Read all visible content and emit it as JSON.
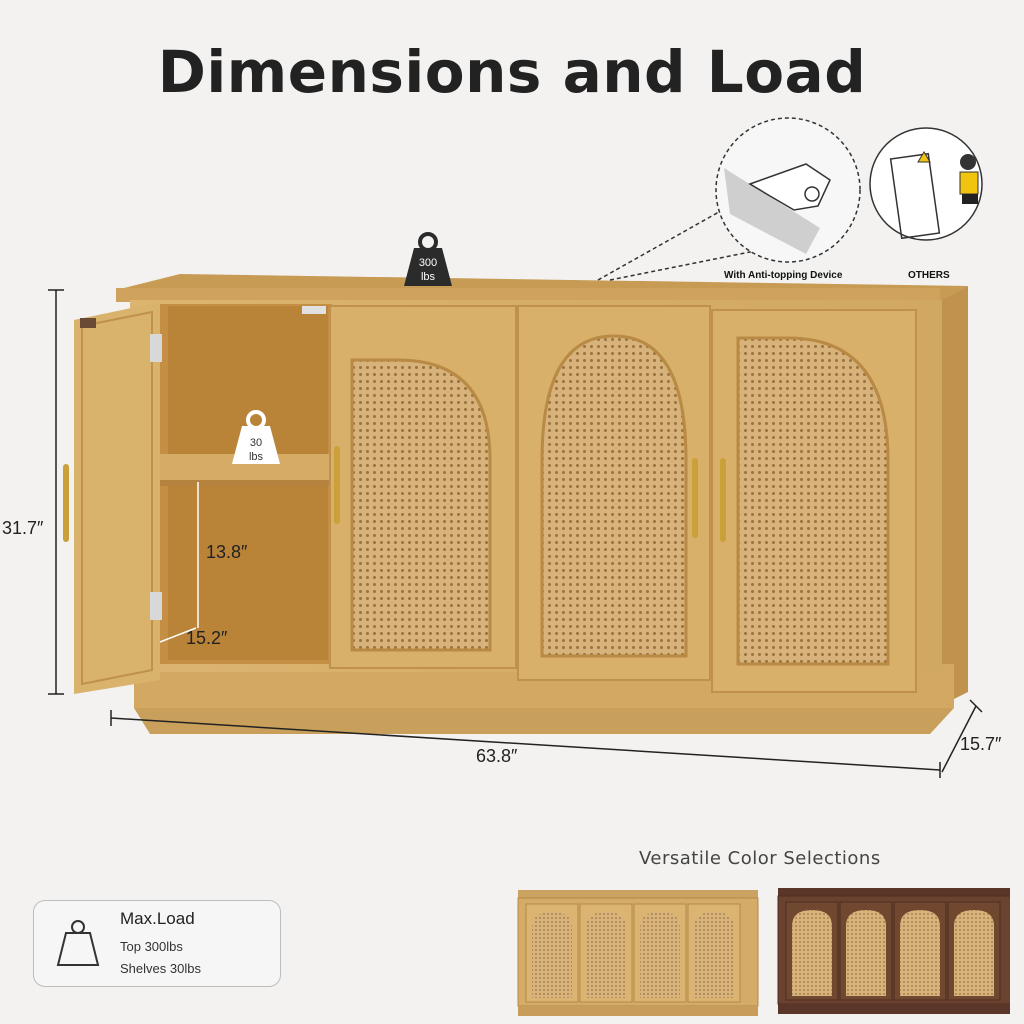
{
  "title": "Dimensions and Load",
  "weights": {
    "top": "300",
    "top_unit": "lbs",
    "shelf": "30",
    "shelf_unit": "lbs"
  },
  "dimensions": {
    "height": "31.7″",
    "width": "63.8″",
    "depth": "15.7″",
    "shelf_height": "13.8″",
    "shelf_depth": "15.2″"
  },
  "insets": {
    "anti_tip": "With Anti-topping Device",
    "others": "OTHERS"
  },
  "max_load": {
    "title": "Max.Load",
    "top": "Top 300lbs",
    "shelves": "Shelves 30lbs",
    "icon": "weight-icon"
  },
  "colors_title": "Versatile Color Selections",
  "variants": [
    {
      "name": "natural",
      "color": "#d4ab67"
    },
    {
      "name": "walnut",
      "color": "#6b4230"
    }
  ],
  "palette": {
    "wood": "#d9b26c",
    "wood_dark": "#b98d4a",
    "rattan": "#c9a574",
    "handle": "#c9a03a",
    "weight": "#2b2b2b"
  }
}
